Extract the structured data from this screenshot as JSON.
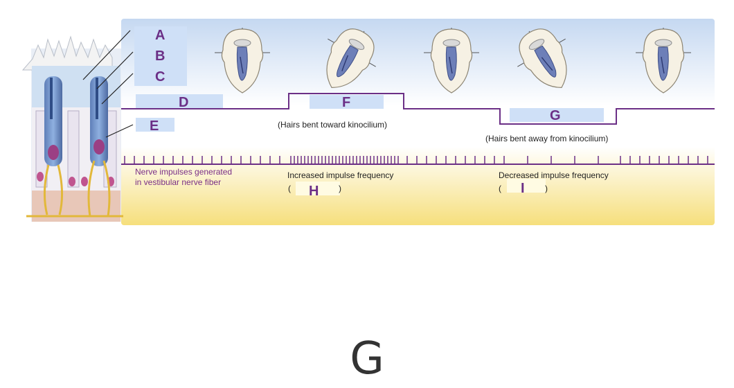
{
  "labels": {
    "A": "A",
    "B": "B",
    "C": "C",
    "D": "D",
    "E": "E",
    "F": "F",
    "G": "G",
    "H": "H",
    "I": "I"
  },
  "captions": {
    "toward": "(Hairs bent toward kinocilium)",
    "away": "(Hairs bent away from kinocilium)",
    "nerve_line1": "Nerve impulses generated",
    "nerve_line2": "in vestibular nerve fiber",
    "increased": "Increased impulse frequency",
    "decreased": "Decreased impulse frequency",
    "paren_open": "(",
    "paren_close": ")"
  },
  "answer": "G",
  "colors": {
    "purple_line": "#6b2f86",
    "label_box": "#cfe0f7",
    "top_gradient": "#c7daf3",
    "bottom_gradient": "#f7e27c",
    "nerve_fiber": "#e2b83a"
  }
}
